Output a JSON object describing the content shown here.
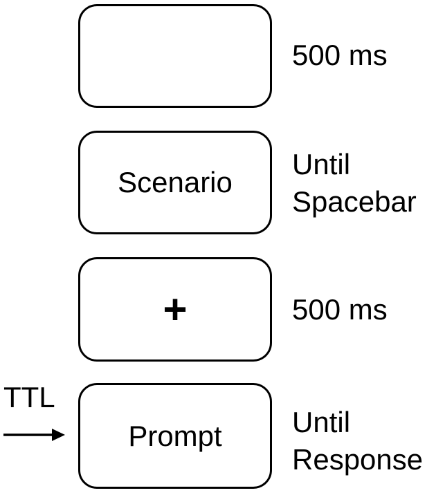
{
  "diagram": {
    "description_colors": {
      "background": "#ffffff",
      "stroke": "#000000",
      "text": "#000000"
    },
    "steps": [
      {
        "box_text": "",
        "timing_lines": [
          "500 ms"
        ]
      },
      {
        "box_text": "Scenario",
        "timing_lines": [
          "Until",
          "Spacebar"
        ]
      },
      {
        "box_text": "+",
        "timing_lines": [
          "500 ms"
        ]
      },
      {
        "box_text": "Prompt",
        "timing_lines": [
          "Until",
          "Response"
        ]
      }
    ],
    "ttl_marker": {
      "label": "TTL",
      "icon": "right-arrow-icon"
    }
  }
}
